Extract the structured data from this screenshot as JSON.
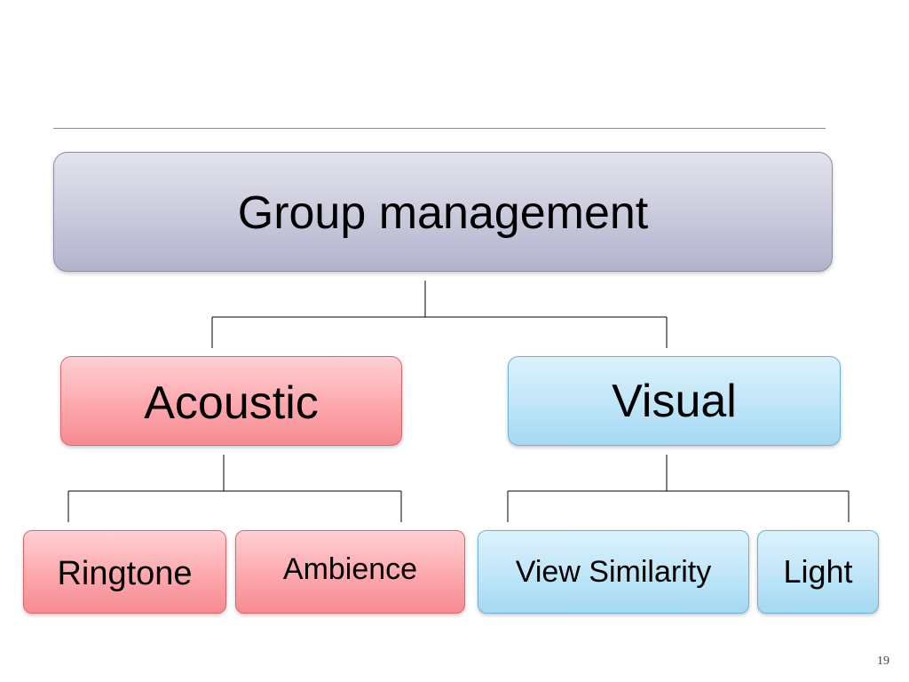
{
  "diagram": {
    "root": {
      "label": "Group management"
    },
    "branches": [
      {
        "label": "Acoustic",
        "children": [
          {
            "label": "Ringtone"
          },
          {
            "label": "Ambience"
          }
        ]
      },
      {
        "label": "Visual",
        "children": [
          {
            "label": "View Similarity"
          },
          {
            "label": "Light"
          }
        ]
      }
    ]
  },
  "colors": {
    "root_fill": "#c9c9dc",
    "acoustic_fill": "#fca8ad",
    "visual_fill": "#bfe5f8",
    "connector": "#000000"
  },
  "slide_number": "19"
}
